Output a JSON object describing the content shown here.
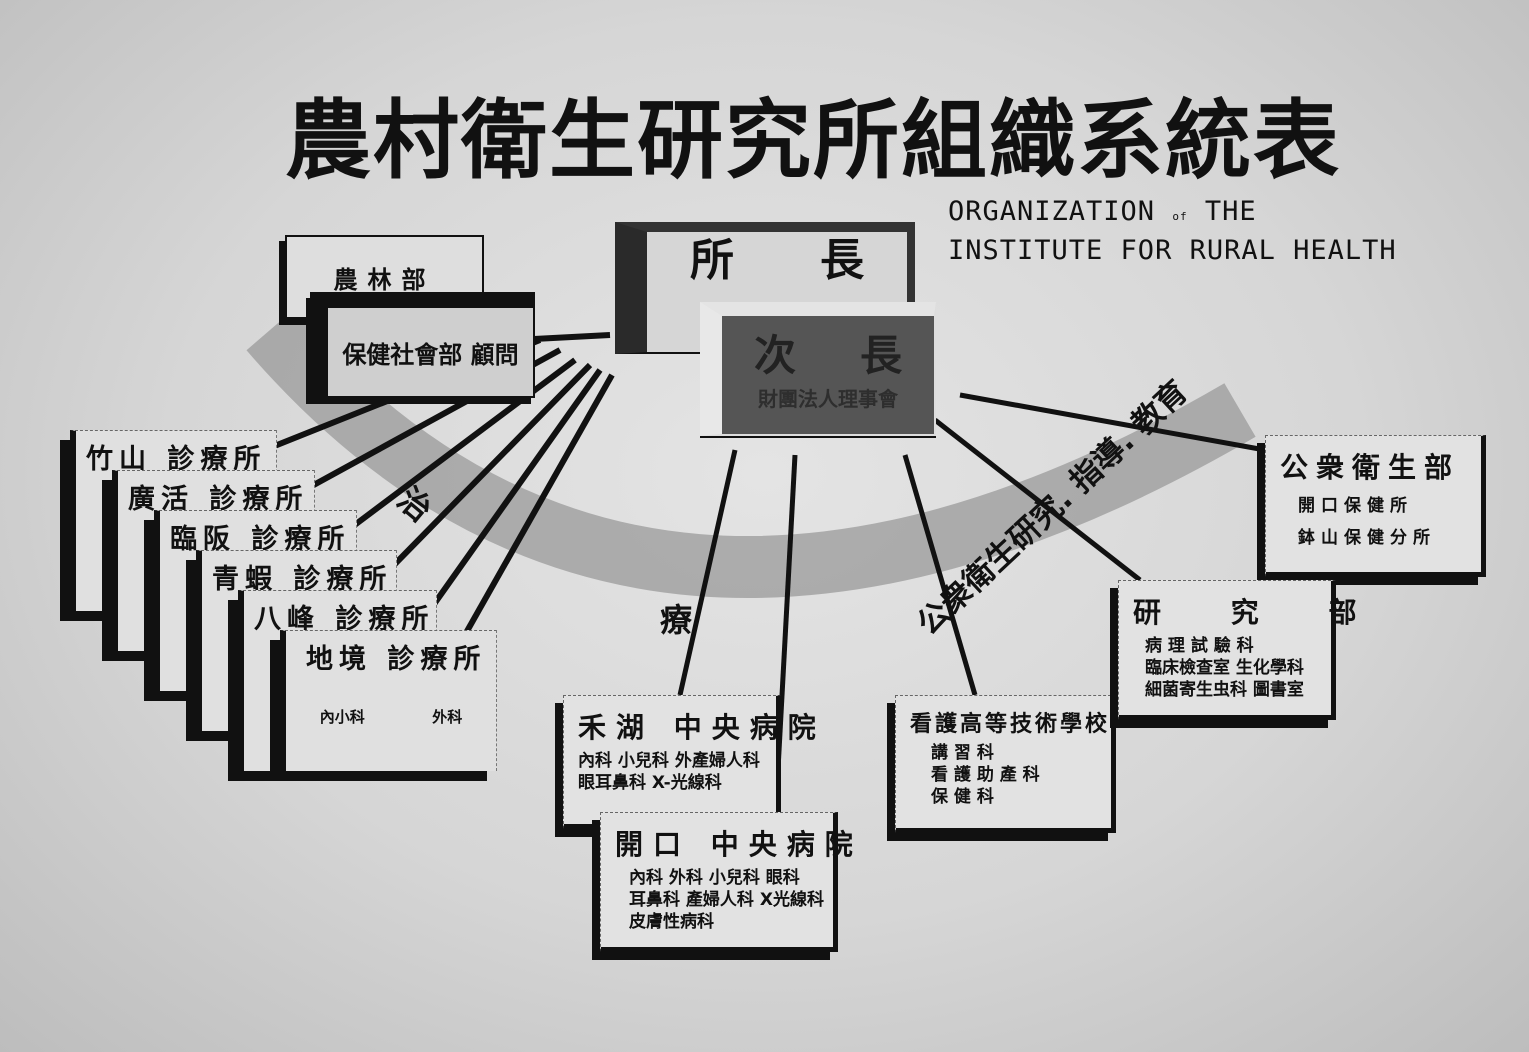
{
  "title": "農村衛生研究所組織系統表",
  "subtitle": {
    "line1_a": "ORGANIZATION",
    "line1_of": "of",
    "line1_b": "THE",
    "line2": "INSTITUTE FOR RURAL HEALTH"
  },
  "top_boxes": {
    "agriculture": "農林部",
    "health_ministry": "保健社會部 顧問",
    "director": {
      "left": "所",
      "right": "長"
    },
    "vice_director": {
      "left": "次",
      "right": "長",
      "sub": "財團法人理事會"
    }
  },
  "arc": {
    "treatment_1": "治",
    "treatment_2": "療",
    "research": "公衆衛生研究. 指導. 教育"
  },
  "clinics": [
    {
      "name": "竹山 診療所"
    },
    {
      "name": "廣活 診療所"
    },
    {
      "name": "臨阪 診療所"
    },
    {
      "name": "青蝦 診療所"
    },
    {
      "name": "八峰 診療所"
    },
    {
      "name": "地境 診療所",
      "depts": [
        "內小科",
        "外科"
      ]
    }
  ],
  "hospitals": [
    {
      "name": "禾湖 中央病院",
      "depts": [
        "內科 小兒科 外產婦人科",
        "眼耳鼻科 X-光線科"
      ]
    },
    {
      "name": "開口 中央病院",
      "depts": [
        "內科 外科 小兒科 眼科",
        "耳鼻科 產婦人科 X光線科",
        "皮膚性病科"
      ]
    }
  ],
  "school": {
    "name": "看護高等技術學校",
    "depts": [
      "講 習 科",
      "看 護 助 產 科",
      "保 健 科"
    ]
  },
  "public_health": {
    "name": "公衆衛生部",
    "depts": [
      "開口保健所",
      "鉢山保健分所"
    ]
  },
  "research": {
    "name": "研 究 部",
    "depts": [
      "病 理 試 驗 科",
      "臨床檢查室 生化學科",
      "細菌寄生虫科 圖書室"
    ]
  }
}
